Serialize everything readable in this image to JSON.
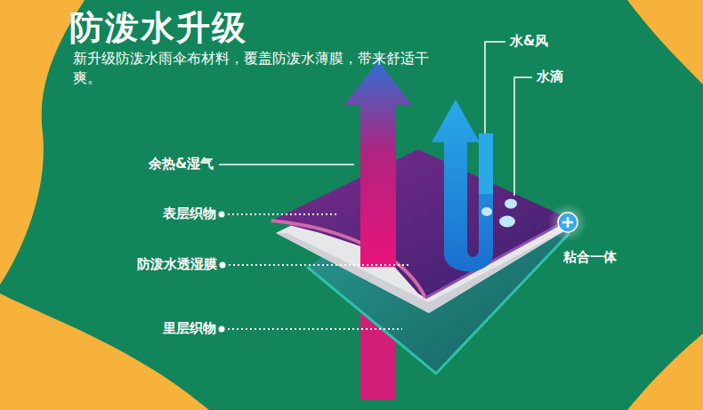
{
  "diagram": {
    "title": "防泼水升级",
    "labels": [
      "新升级防泼水雨伞布材料，覆盖防泼水薄膜，带来舒适干爽。",
      "水&风",
      "水滴",
      "余热&湿气",
      "表层织物",
      "防泼水透湿膜",
      "里层织物",
      "粘合一体"
    ]
  }
}
